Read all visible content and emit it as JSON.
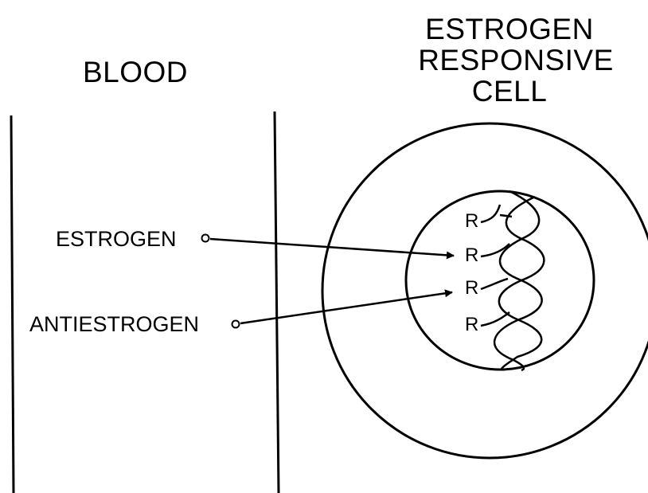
{
  "labels": {
    "blood": "BLOOD",
    "cell_title": [
      "ESTROGEN",
      "RESPONSIVE",
      "CELL"
    ],
    "estrogen": "ESTROGEN",
    "antiestrogen": "ANTIESTROGEN",
    "receptor": "R"
  },
  "receptor_count": 4,
  "colors": {
    "line": "#000000",
    "background": "#ffffff"
  }
}
